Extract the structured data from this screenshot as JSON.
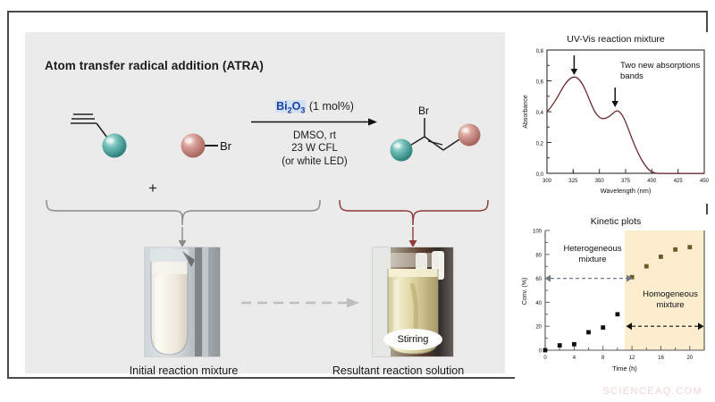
{
  "scheme": {
    "title": "Atom transfer radical addition (ATRA)",
    "plus": "+",
    "reagent_label": "Br",
    "product_label": "Br",
    "catalyst_formula": "Bi",
    "catalyst_sub1": "2",
    "catalyst_ox": "O",
    "catalyst_sub2": "3",
    "catalyst_amount": "(1 mol%)",
    "conditions": [
      "DMSO, rt",
      "23 W CFL",
      "(or white LED)"
    ]
  },
  "photos": {
    "left_caption": "Initial reaction mixture",
    "right_caption": "Resultant reaction solution",
    "stirring_label": "Stirring"
  },
  "colors": {
    "panel_bg": "#ebebeb",
    "frame": "#4a4a4a",
    "catalyst_text": "#1a3f9e",
    "catalyst_highlight": "#cfe0f5",
    "brace_left": "#8a8a8a",
    "brace_right": "#8f3b38",
    "uv_curve": "#6b2d2d",
    "kinetic_point": "#111111",
    "shade_region": "#fbedcd",
    "watermark": "#f0d3d3",
    "sphere_teal": "#4fa6a0",
    "sphere_rose": "#c58b84"
  },
  "watermark": "SCIENCEAQ.COM",
  "chart_data": [
    {
      "type": "line",
      "title": "UV-Vis reaction mixture",
      "xlabel": "Wavelength (nm)",
      "ylabel": "Absorbance",
      "xlim": [
        300,
        450
      ],
      "ylim": [
        0.0,
        0.8
      ],
      "xticks": [
        300,
        325,
        350,
        375,
        400,
        425,
        450
      ],
      "xtick_labels": [
        "300",
        "325",
        "350",
        "375",
        "400",
        "425",
        "450"
      ],
      "yticks": [
        0.0,
        0.2,
        0.4,
        0.6,
        0.8
      ],
      "ytick_labels": [
        "0,0",
        "0,2",
        "0,4",
        "0,6",
        "0,8"
      ],
      "grid": false,
      "annotation": "Two new absorptions bands",
      "peaks": [
        {
          "x": 318,
          "y": 0.55
        },
        {
          "x": 352,
          "y": 0.4
        }
      ],
      "x": [
        300,
        305,
        310,
        318,
        326,
        334,
        341,
        352,
        360,
        366,
        372,
        378,
        384,
        390,
        396,
        405,
        420,
        450
      ],
      "y": [
        0.4,
        0.46,
        0.52,
        0.55,
        0.5,
        0.37,
        0.355,
        0.4,
        0.34,
        0.27,
        0.195,
        0.12,
        0.06,
        0.018,
        0.004,
        0.0,
        0.0,
        0.0
      ]
    },
    {
      "type": "scatter",
      "title": "Kinetic plots",
      "xlabel": "Time (h)",
      "ylabel": "Conv. (%)",
      "xlim": [
        0,
        22
      ],
      "ylim": [
        0,
        100
      ],
      "xticks": [
        0,
        4,
        8,
        12,
        16,
        20
      ],
      "xtick_labels": [
        "0",
        "4",
        "8",
        "12",
        "16",
        "20"
      ],
      "yticks": [
        0,
        20,
        40,
        60,
        80,
        100
      ],
      "ytick_labels": [
        "0",
        "20",
        "40",
        "60",
        "80",
        "100"
      ],
      "grid": false,
      "shade_from": 11,
      "shade_to": 22,
      "labels": {
        "heterogeneous": "Heterogeneous mixture",
        "homogeneous": "Homogeneous mixture"
      },
      "points": [
        {
          "t": 0,
          "conv": 0
        },
        {
          "t": 2,
          "conv": 4
        },
        {
          "t": 4,
          "conv": 5
        },
        {
          "t": 6,
          "conv": 15
        },
        {
          "t": 8,
          "conv": 19
        },
        {
          "t": 10,
          "conv": 30
        },
        {
          "t": 12,
          "conv": 61
        },
        {
          "t": 14,
          "conv": 70
        },
        {
          "t": 16,
          "conv": 78
        },
        {
          "t": 18,
          "conv": 84
        },
        {
          "t": 20,
          "conv": 86
        }
      ]
    }
  ]
}
